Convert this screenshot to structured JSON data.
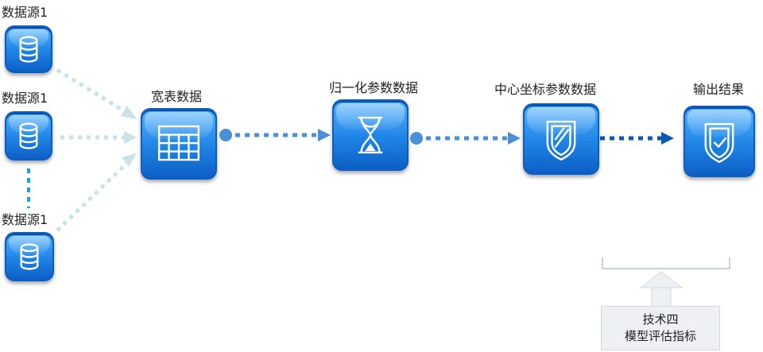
{
  "nodes": {
    "source1": {
      "label": "数据源1",
      "icon": "database-icon"
    },
    "source2": {
      "label": "数据源1",
      "icon": "database-icon"
    },
    "source3": {
      "label": "数据源1",
      "icon": "database-icon"
    },
    "wide_table": {
      "label": "宽表数据",
      "icon": "table-grid-icon"
    },
    "normalize": {
      "label": "归一化参数数据",
      "icon": "hourglass-icon"
    },
    "center": {
      "label": "中心坐标参数数据",
      "icon": "shield-icon"
    },
    "output": {
      "label": "输出结果",
      "icon": "shield-check-icon"
    }
  },
  "technique": {
    "line1": "技术四",
    "line2": "模型评估指标"
  },
  "colors": {
    "node_blue": "#1f83e6",
    "faint_arrow": "#c9e2ea",
    "mid_arrow": "#4a90d9",
    "dark_arrow": "#0b5bb5",
    "separator": "#1aa0e6",
    "bracket": "#c8d2da",
    "tech_box_bg": "#eef1f4"
  }
}
